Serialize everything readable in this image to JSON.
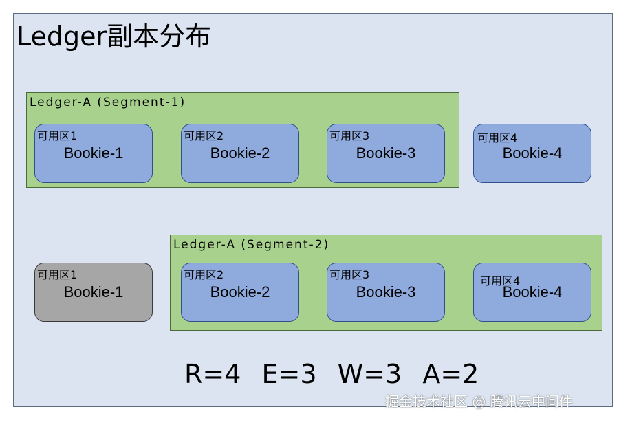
{
  "title": "Ledger副本分布",
  "segments": [
    {
      "label": "Ledger-A (Segment-1)"
    },
    {
      "label": "Ledger-A (Segment-2)"
    }
  ],
  "row1": [
    {
      "zone": "可用区1",
      "name": "Bookie-1",
      "state": "active",
      "in_segment": true
    },
    {
      "zone": "可用区2",
      "name": "Bookie-2",
      "state": "active",
      "in_segment": true
    },
    {
      "zone": "可用区3",
      "name": "Bookie-3",
      "state": "active",
      "in_segment": true
    },
    {
      "zone": "可用区4",
      "name": "Bookie-4",
      "state": "active",
      "in_segment": false
    }
  ],
  "row2": [
    {
      "zone": "可用区1",
      "name": "Bookie-1",
      "state": "inactive",
      "in_segment": false
    },
    {
      "zone": "可用区2",
      "name": "Bookie-2",
      "state": "active",
      "in_segment": true
    },
    {
      "zone": "可用区3",
      "name": "Bookie-3",
      "state": "active",
      "in_segment": true
    },
    {
      "zone": "可用区4",
      "name": "Bookie-4",
      "state": "active",
      "in_segment": true
    }
  ],
  "params": [
    {
      "text": "R=4"
    },
    {
      "text": "E=3"
    },
    {
      "text": "W=3"
    },
    {
      "text": "A=2"
    }
  ],
  "watermark": "掘金技术社区 @ 腾讯云中间件",
  "colors": {
    "background": "#dbe4f0",
    "segment": "#a9d18e",
    "bookie_active": "#8faadc",
    "bookie_inactive": "#a6a6a6"
  }
}
